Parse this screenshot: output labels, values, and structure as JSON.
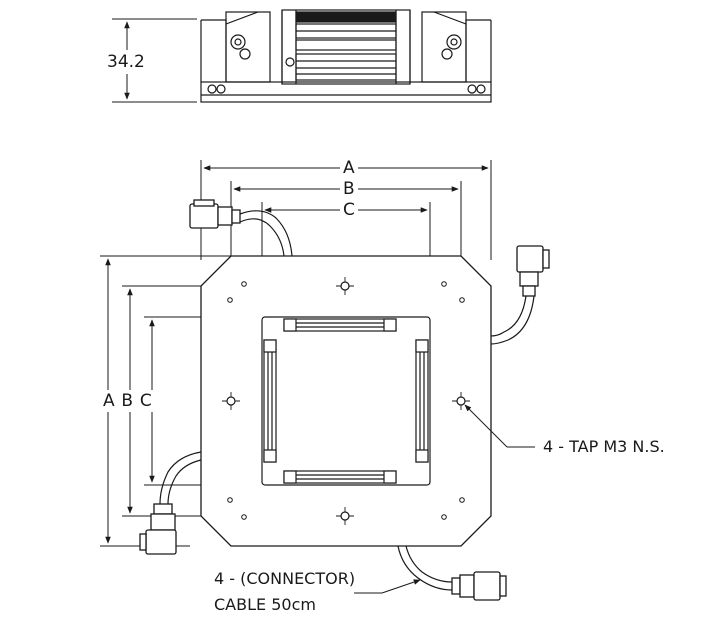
{
  "side_view": {
    "height_dim": "34.2"
  },
  "top_view": {
    "horizontal_dims": [
      "A",
      "B",
      "C"
    ],
    "vertical_dims_label": "A  B  C",
    "tap_callout": "4 - TAP M3 N.S.",
    "cable_callout_line1": "4 - (CONNECTOR)",
    "cable_callout_line2": "CABLE 50cm"
  }
}
